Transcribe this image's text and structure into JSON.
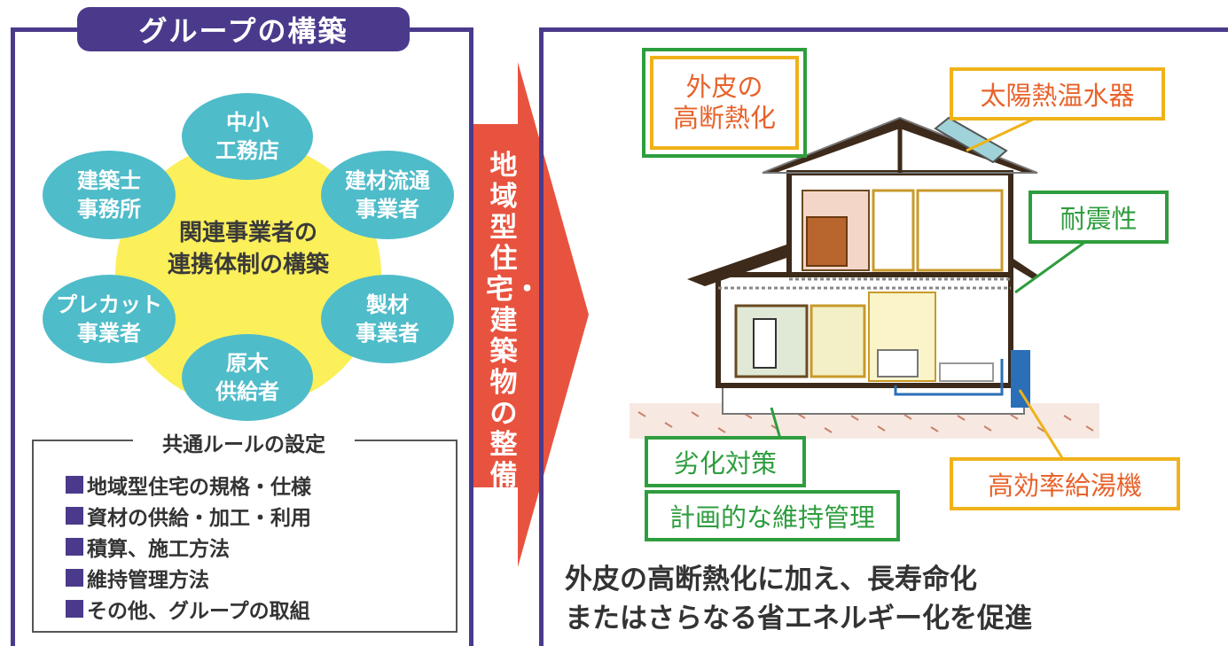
{
  "group": {
    "title": "グループの構築",
    "core_line1": "関連事業者の",
    "core_line2": "連携体制の構築",
    "petals": [
      {
        "l1": "中小",
        "l2": "工務店"
      },
      {
        "l1": "建材流通",
        "l2": "事業者"
      },
      {
        "l1": "製材",
        "l2": "事業者"
      },
      {
        "l1": "原木",
        "l2": "供給者"
      },
      {
        "l1": "プレカット",
        "l2": "事業者"
      },
      {
        "l1": "建築士",
        "l2": "事務所"
      }
    ],
    "rules_title": "共通ルールの設定",
    "rules": [
      "地域型住宅の規格・仕様",
      "資材の供給・加工・利用",
      "積算、施工方法",
      "維持管理方法",
      "その他、グループの取組"
    ]
  },
  "arrow": {
    "text": "地域型住宅・建築物の整備",
    "color": "#e8533f"
  },
  "house": {
    "labels": {
      "insulation_l1": "外皮の",
      "insulation_l2": "高断熱化",
      "solar": "太陽熱温水器",
      "seismic": "耐震性",
      "deterioration": "劣化対策",
      "maintenance": "計画的な維持管理",
      "water_heater": "高効率給湯機"
    },
    "caption_line1": "外皮の高断熱化に加え、長寿命化",
    "caption_line2": "またはさらなる省エネルギー化を促進"
  },
  "colors": {
    "frame": "#4b3a8c",
    "petal": "#4fbcc9",
    "core": "#fbef5a",
    "green_label": "#2e9d3e",
    "yellow_label": "#f0b21a",
    "orange_text": "#e8622a"
  }
}
